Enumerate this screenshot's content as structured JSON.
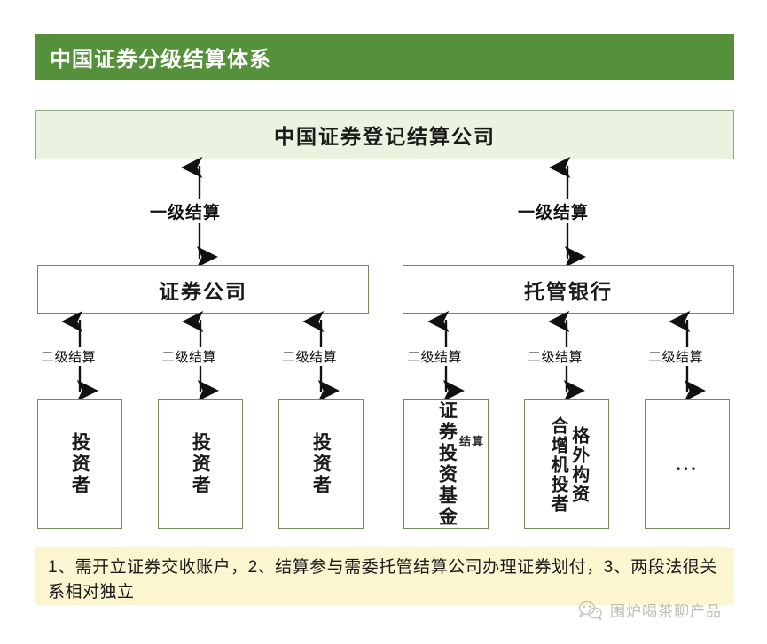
{
  "header": {
    "title": "中国证券分级结算体系",
    "bg_color": "#55913a",
    "text_color": "#ffffff"
  },
  "diagram": {
    "type": "hierarchy",
    "tier0": {
      "label": "中国证券登记结算公司",
      "fill": "#e9f3df",
      "border": "#8aa878"
    },
    "tier1": [
      {
        "label": "证券公司",
        "fill": "#ffffff",
        "border": "#6e8b5a"
      },
      {
        "label": "托管银行",
        "fill": "#ffffff",
        "border": "#6e8b5a"
      }
    ],
    "tier2": [
      {
        "label": "投资者",
        "fill": "#ffffff",
        "border": "#6e8b5a"
      },
      {
        "label": "投资者",
        "fill": "#ffffff",
        "border": "#6e8b5a"
      },
      {
        "label": "投资者",
        "fill": "#ffffff",
        "border": "#6e8b5a"
      },
      {
        "label": "证券投资基金",
        "ghost": "结算",
        "fill": "#ffffff",
        "border": "#6e8b5a"
      },
      {
        "label_col_a": "合增机投者",
        "label_col_b": "格外构资",
        "fill": "#ffffff",
        "border": "#6e8b5a"
      },
      {
        "label": "...",
        "fill": "#ffffff",
        "border": "#6e8b5a"
      }
    ],
    "edges": {
      "level1_label": "一级结算",
      "level2_label": "二级结算",
      "level1_labels": [
        "一级结算",
        "一级结算"
      ],
      "level2_labels": [
        "二级结算",
        "二级结算",
        "二级结算",
        "二级结算",
        "二级结算",
        "二级结算"
      ]
    }
  },
  "footer": {
    "note": "1、需开立证券交收账户，2、结算参与需委托管结算公司办理证券划付，3、两段法很关系相对独立",
    "bg_color": "#fbf6d0"
  },
  "watermark": {
    "text": "围炉喝茶聊产品",
    "icon": "wechat-icon"
  }
}
